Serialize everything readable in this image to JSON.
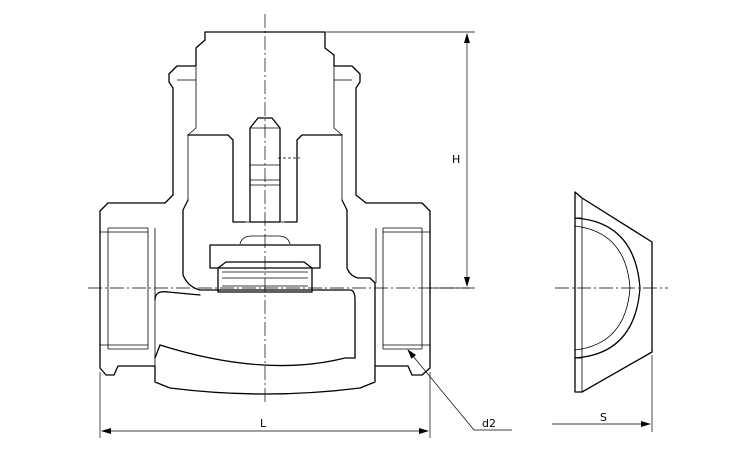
{
  "drawing": {
    "dimensions": {
      "height": "H",
      "length": "L",
      "thread": "d2",
      "hex_flats": "S"
    }
  }
}
